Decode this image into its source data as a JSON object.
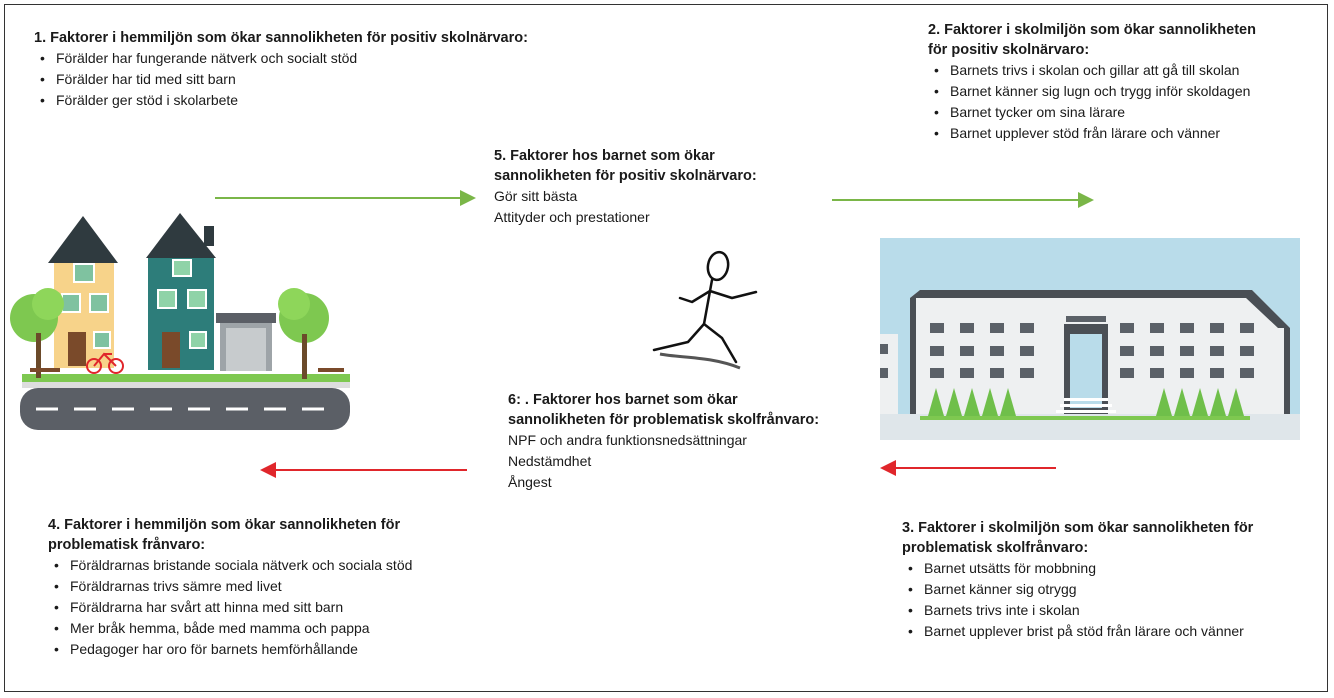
{
  "factors": {
    "home_positive": {
      "title": "1. Faktorer i hemmiljön som ökar sannolikheten för positiv skolnärvaro:",
      "items": [
        "Förälder har fungerande nätverk och socialt stöd",
        "Förälder har tid med sitt barn",
        "Förälder ger stöd i skolarbete"
      ]
    },
    "school_positive": {
      "title_line1": "2. Faktorer i skolmiljön som ökar sannolikheten",
      "title_line2": "för positiv skolnärvaro:",
      "items": [
        "Barnets trivs i skolan och gillar att gå till skolan",
        "Barnet känner sig lugn och trygg inför skoldagen",
        "Barnet tycker om sina lärare",
        "Barnet upplever stöd från lärare och vänner"
      ]
    },
    "child_positive": {
      "title_line1": "5. Faktorer hos barnet som ökar",
      "title_line2": "sannolikheten för positiv skolnärvaro:",
      "items": [
        "Gör sitt bästa",
        "Attityder och prestationer"
      ]
    },
    "child_problem": {
      "title_line1": "6: . Faktorer hos barnet som ökar",
      "title_line2": "sannolikheten för problematisk skolfrånvaro:",
      "items": [
        "NPF och andra funktionsnedsättningar",
        "Nedstämdhet",
        "Ångest"
      ]
    },
    "school_problem": {
      "title_line1": "3. Faktorer i skolmiljön som ökar sannolikheten för",
      "title_line2": "problematisk skolfrånvaro:",
      "items": [
        "Barnet utsätts för mobbning",
        "Barnet känner sig otrygg",
        "Barnets trivs inte i skolan",
        "Barnet upplever brist på stöd från lärare och vänner"
      ]
    },
    "home_problem": {
      "title_line1": "4. Faktorer i hemmiljön som ökar sannolikheten för",
      "title_line2": "problematisk frånvaro:",
      "items": [
        "Föräldrarnas bristande sociala nätverk och sociala stöd",
        "Föräldrarnas trivs sämre med livet",
        "Föräldrarna har svårt att hinna med sitt barn",
        "Mer bråk hemma, både med mamma och pappa",
        "Pedagoger har oro för barnets hemförhållande"
      ]
    }
  },
  "colors": {
    "positive_arrow": "#7ab648",
    "negative_arrow": "#e0262b",
    "sky": "#b9dcea",
    "building": "#eef0f1"
  },
  "icons": [
    "houses-illustration",
    "running-figure",
    "school-building-illustration"
  ]
}
